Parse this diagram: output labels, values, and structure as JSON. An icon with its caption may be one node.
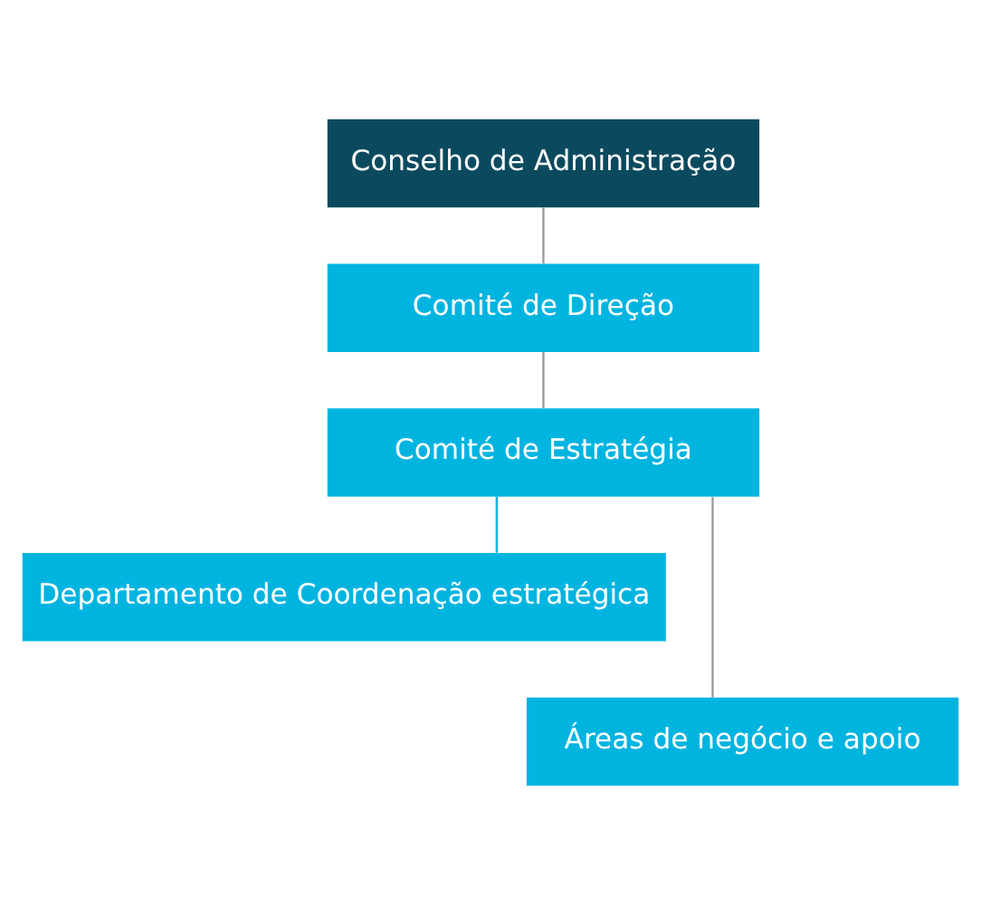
{
  "diagram": {
    "nodes": [
      {
        "text": [
          "Conselho de Administração"
        ]
      },
      {
        "text": [
          "Comité de Direção"
        ]
      },
      {
        "text": [
          "Comité de Estratégia"
        ]
      },
      {
        "text": [
          "Departamento de Coordenação estratégica"
        ]
      },
      {
        "text": [
          "Áreas de negócio e apoio"
        ]
      }
    ],
    "edges": [
      {
        "from": 0,
        "to": 1,
        "arrow": "none"
      },
      {
        "from": 1,
        "to": 2,
        "arrow": "none"
      },
      {
        "from": 2,
        "to": 3,
        "arrow": "none",
        "color": "#00b4e0"
      },
      {
        "from": 2,
        "to": 4,
        "arrow": "none"
      }
    ]
  }
}
